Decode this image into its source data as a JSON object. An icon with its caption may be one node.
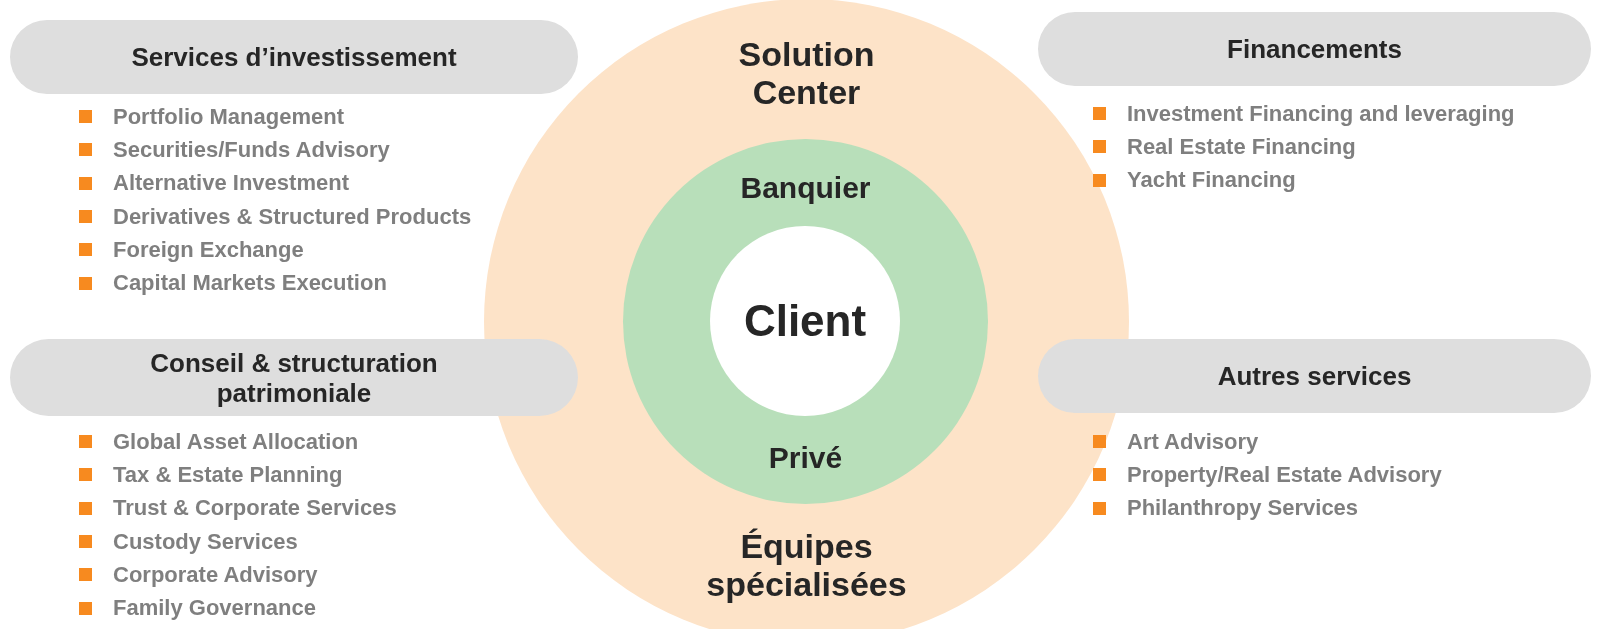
{
  "diagram": {
    "nodes": [
      {
        "text": [
          "Solution Center",
          "Équipes spécialisées"
        ]
      },
      {
        "text": [
          "Banquier",
          "Privé"
        ],
        "in": 0
      },
      {
        "text": [
          "Client"
        ],
        "in": 1
      },
      {
        "text": [
          "Services d’investissement"
        ],
        "beside": [
          "Portfolio Management",
          "Securities/Funds Advisory",
          "Alternative Investment",
          "Derivatives & Structured Products",
          "Foreign Exchange",
          "Capital Markets Execution"
        ]
      },
      {
        "text": [
          "Financements"
        ],
        "beside": [
          "Investment Financing and leveraging",
          "Real Estate Financing",
          "Yacht Financing"
        ]
      },
      {
        "text": [
          "Conseil & structuration patrimoniale"
        ],
        "beside": [
          "Global Asset Allocation",
          "Tax & Estate Planning",
          "Trust & Corporate Services",
          "Custody Services",
          "Corporate Advisory",
          "Family Governance"
        ]
      },
      {
        "text": [
          "Autres services"
        ],
        "beside": [
          "Art Advisory",
          "Property/Real Estate Advisory",
          "Philanthropy Services"
        ]
      }
    ],
    "edges": []
  }
}
